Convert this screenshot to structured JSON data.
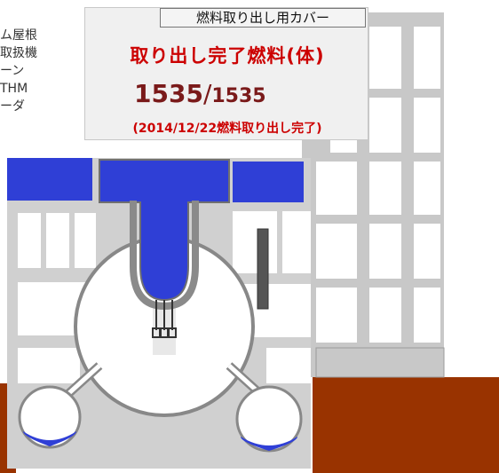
{
  "legend": {
    "items": [
      "ム屋根",
      "取扱機",
      "ーン",
      "THM",
      "ーダ"
    ]
  },
  "status_panel": {
    "title": "燃料取り出し用カバー",
    "heading": "取り出し完了燃料(体)",
    "count_done": "1535",
    "separator": "/",
    "count_total": "1535",
    "note": "(2014/12/22燃料取り出し完了)"
  },
  "colors": {
    "building": "#d0d0d0",
    "building_dark": "#b8b8b8",
    "window": "#ffffff",
    "water_pool": "#2f3fd6",
    "ground": "#993300",
    "status_red": "#cc0000",
    "count_dark_red": "#7a1a1a"
  }
}
